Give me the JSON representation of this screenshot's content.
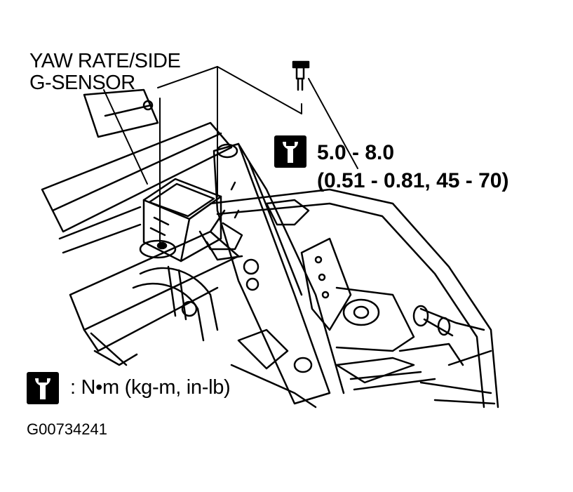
{
  "part_label": {
    "line1": "YAW RATE/SIDE",
    "line2": "G-SENSOR"
  },
  "torque": {
    "icon": "torque-wrench-icon",
    "value": "5.0 - 8.0",
    "alt_units": "(0.51 - 0.81, 45 - 70)"
  },
  "legend": {
    "icon": "torque-wrench-icon",
    "text": ": N•m  (kg-m,  in-lb)"
  },
  "figure_id": "G00734241",
  "colors": {
    "ink": "#000000",
    "paper": "#ffffff"
  }
}
